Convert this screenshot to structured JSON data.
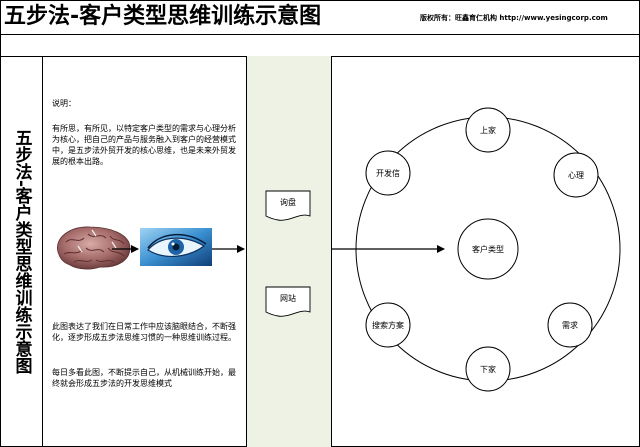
{
  "header": {
    "title": "五步法-客户类型思维训练示意图",
    "copyright": "版权所有：旺鑫育仁机构   http://www.yesingcorp.com"
  },
  "sidebar": {
    "title": "五步法-客户类型思维训练示意图"
  },
  "description": {
    "label": "说明：",
    "paragraph1": "有所思，有所见，以特定客户类型的需求与心理分析为核心，把自己的产品与服务融入到客户的经营模式中，是五步法外贸开发的核心思维，也是未来外贸发展的根本出路。",
    "paragraph2": "此图表达了我们在日常工作中应该脑眼结合，不断强化，逐步形成五步法思维习惯的一种思维训练过程。",
    "paragraph3": "每日多看此图，不断提示自己，从机械训练开始，最终就会形成五步法的开发思维模式"
  },
  "flow": {
    "doc_top": "询盘",
    "doc_bottom": "网站"
  },
  "cycle": {
    "center": "客户类型",
    "nodes": [
      "上家",
      "心理",
      "需求",
      "下家",
      "搜索方案",
      "开发信"
    ]
  },
  "colors": {
    "lane": "#edf2e4",
    "eye": "#3a8fd0",
    "brain": "#b07a78"
  }
}
